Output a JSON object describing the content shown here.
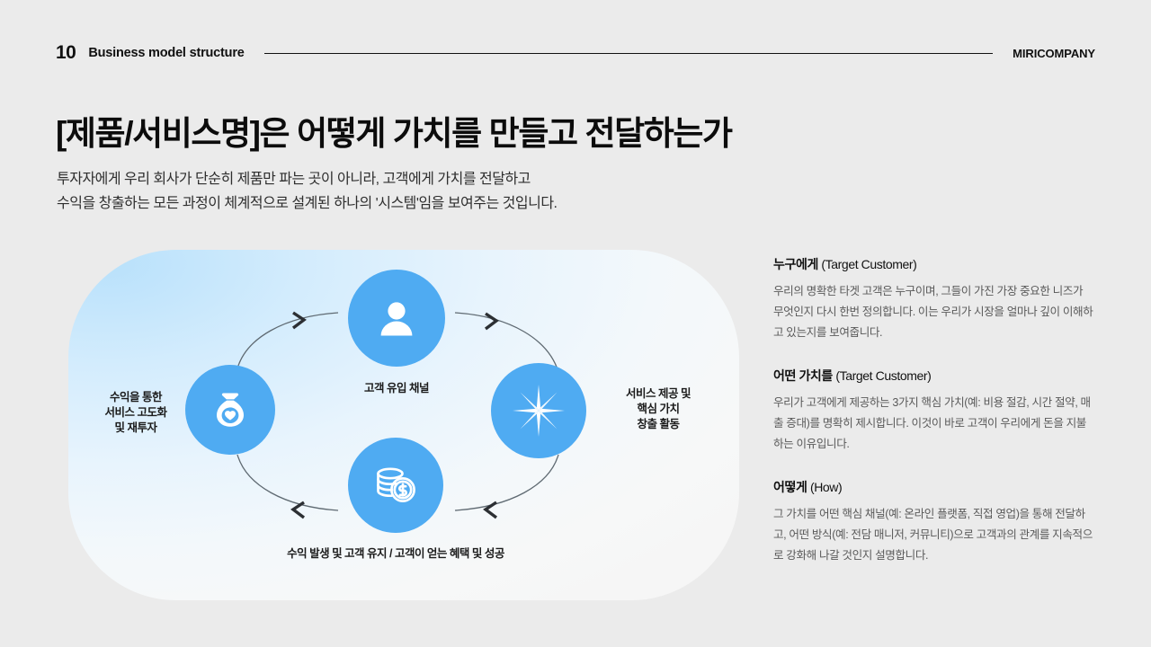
{
  "header": {
    "number": "10",
    "title": "Business model structure",
    "brand": "MIRICOMPANY"
  },
  "title": "[제품/서비스명]은 어떻게 가치를 만들고 전달하는가",
  "subtitle": "투자자에게 우리 회사가 단순히 제품만 파는 곳이 아니라, 고객에게 가치를 전달하고\n수익을 창출하는 모든 과정이 체계적으로 설계된 하나의 '시스템'임을 보여주는 것입니다.",
  "diagram": {
    "nodes": [
      {
        "id": "customer",
        "icon": "person-icon",
        "label": "고객 유입 채널",
        "position": "top"
      },
      {
        "id": "value",
        "icon": "sparkle-icon",
        "label": "서비스 제공 및\n핵심 가치\n창출 활동",
        "position": "right"
      },
      {
        "id": "revenue",
        "icon": "coins-icon",
        "label": "수익 발생 및 고객 유지 / 고객이 얻는 혜택 및 성공",
        "position": "bottom"
      },
      {
        "id": "reinvest",
        "icon": "money-bag-heart-icon",
        "label": "수익을 통한\n서비스 고도화\n및 재투자",
        "position": "left"
      }
    ],
    "flow_direction": "clockwise",
    "colors": {
      "node_fill": "#4fabf2",
      "panel_gradient_start": "#b9e1fb",
      "panel_gradient_end": "#f6f6f6",
      "arrow_stroke": "#5f6a72"
    }
  },
  "info": [
    {
      "heading_kr": "누구에게",
      "heading_en": "(Target Customer)",
      "body": "우리의 명확한 타겟 고객은 누구이며, 그들이 가진 가장 중요한 니즈가 무엇인지 다시 한번 정의합니다. 이는 우리가 시장을 얼마나 깊이 이해하고 있는지를 보여줍니다."
    },
    {
      "heading_kr": "어떤 가치를",
      "heading_en": "(Target Customer)",
      "body": "우리가 고객에게 제공하는 3가지 핵심 가치(예: 비용 절감, 시간 절약, 매출 증대)를 명확히 제시합니다. 이것이 바로 고객이 우리에게 돈을 지불하는 이유입니다."
    },
    {
      "heading_kr": "어떻게",
      "heading_en": " (How)",
      "body": "그 가치를 어떤 핵심 채널(예: 온라인 플랫폼, 직접 영업)을 통해 전달하고, 어떤 방식(예: 전담 매니저, 커뮤니티)으로 고객과의 관계를 지속적으로 강화해 나갈 것인지 설명합니다."
    }
  ]
}
